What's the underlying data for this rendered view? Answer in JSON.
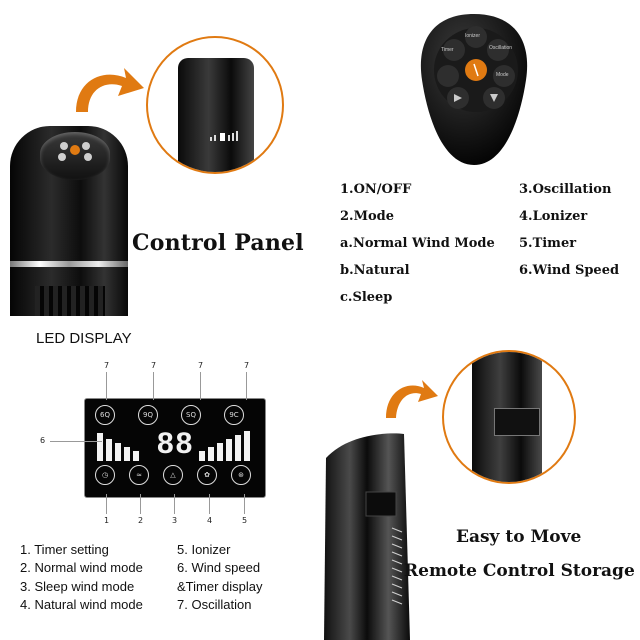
{
  "headings": {
    "control_panel": "Control Panel",
    "led_display": "LED DISPLAY",
    "easy_to_move": "Easy to Move",
    "remote_storage": "Remote Control Storage"
  },
  "remote": {
    "button_labels": [
      "Timer",
      "Ionizer",
      "Oscillation",
      "Mode"
    ]
  },
  "legend_remote": [
    "1.ON/OFF",
    "2.Mode",
    "a.Normal Wind Mode",
    "b.Natural",
    "c.Sleep",
    "3.Oscillation",
    "4.Lonizer",
    "5.Timer",
    "6.Wind Speed"
  ],
  "led": {
    "digits": "88",
    "top_markers": [
      "7",
      "7",
      "7",
      "7"
    ],
    "side_marker": "6",
    "bottom_markers": [
      "1",
      "2",
      "3",
      "4",
      "5"
    ],
    "top_icons": [
      "6Q",
      "9Q",
      "SQ",
      "9C"
    ]
  },
  "legend_led": [
    "1. Timer setting",
    "2. Normal wind mode",
    "3. Sleep wind mode",
    "4. Natural wind mode",
    "5. Ionizer",
    "6. Wind speed",
    "&Timer display",
    "7. Oscillation"
  ],
  "colors": {
    "accent_orange": "#e07a12",
    "led_white": "#f2f2f2",
    "device_black": "#0b0b0b"
  }
}
